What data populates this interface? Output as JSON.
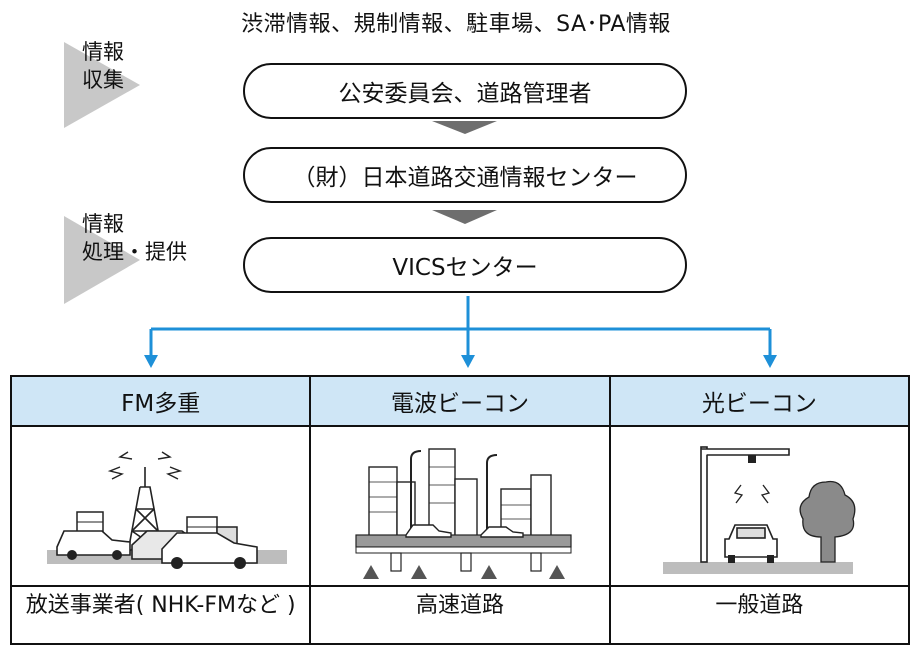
{
  "header": {
    "sources": "渋滞情報、規制情報、駐車場、SA･PA情報"
  },
  "side_labels": {
    "collection": [
      "情報",
      "収集"
    ],
    "processing": [
      "情報",
      "処理・提供"
    ]
  },
  "flow": {
    "step1": "公安委員会、道路管理者",
    "step2": "（財）日本道路交通情報センター",
    "step3": "VICSセンター"
  },
  "media": {
    "columns": [
      {
        "header": "FM多重",
        "caption": "放送事業者( NHK-FMなど )",
        "illustration": "tower-traffic-illustration"
      },
      {
        "header": "電波ビーコン",
        "caption": "高速道路",
        "illustration": "expressway-illustration"
      },
      {
        "header": "光ビーコン",
        "caption": "一般道路",
        "illustration": "ordinary-road-illustration"
      }
    ]
  },
  "colors": {
    "arrow_blue": "#1e90d8",
    "header_fill": "#cfe6f6",
    "gray_arrow": "#6e6e6e",
    "pale_gray": "#c8c8c8"
  }
}
